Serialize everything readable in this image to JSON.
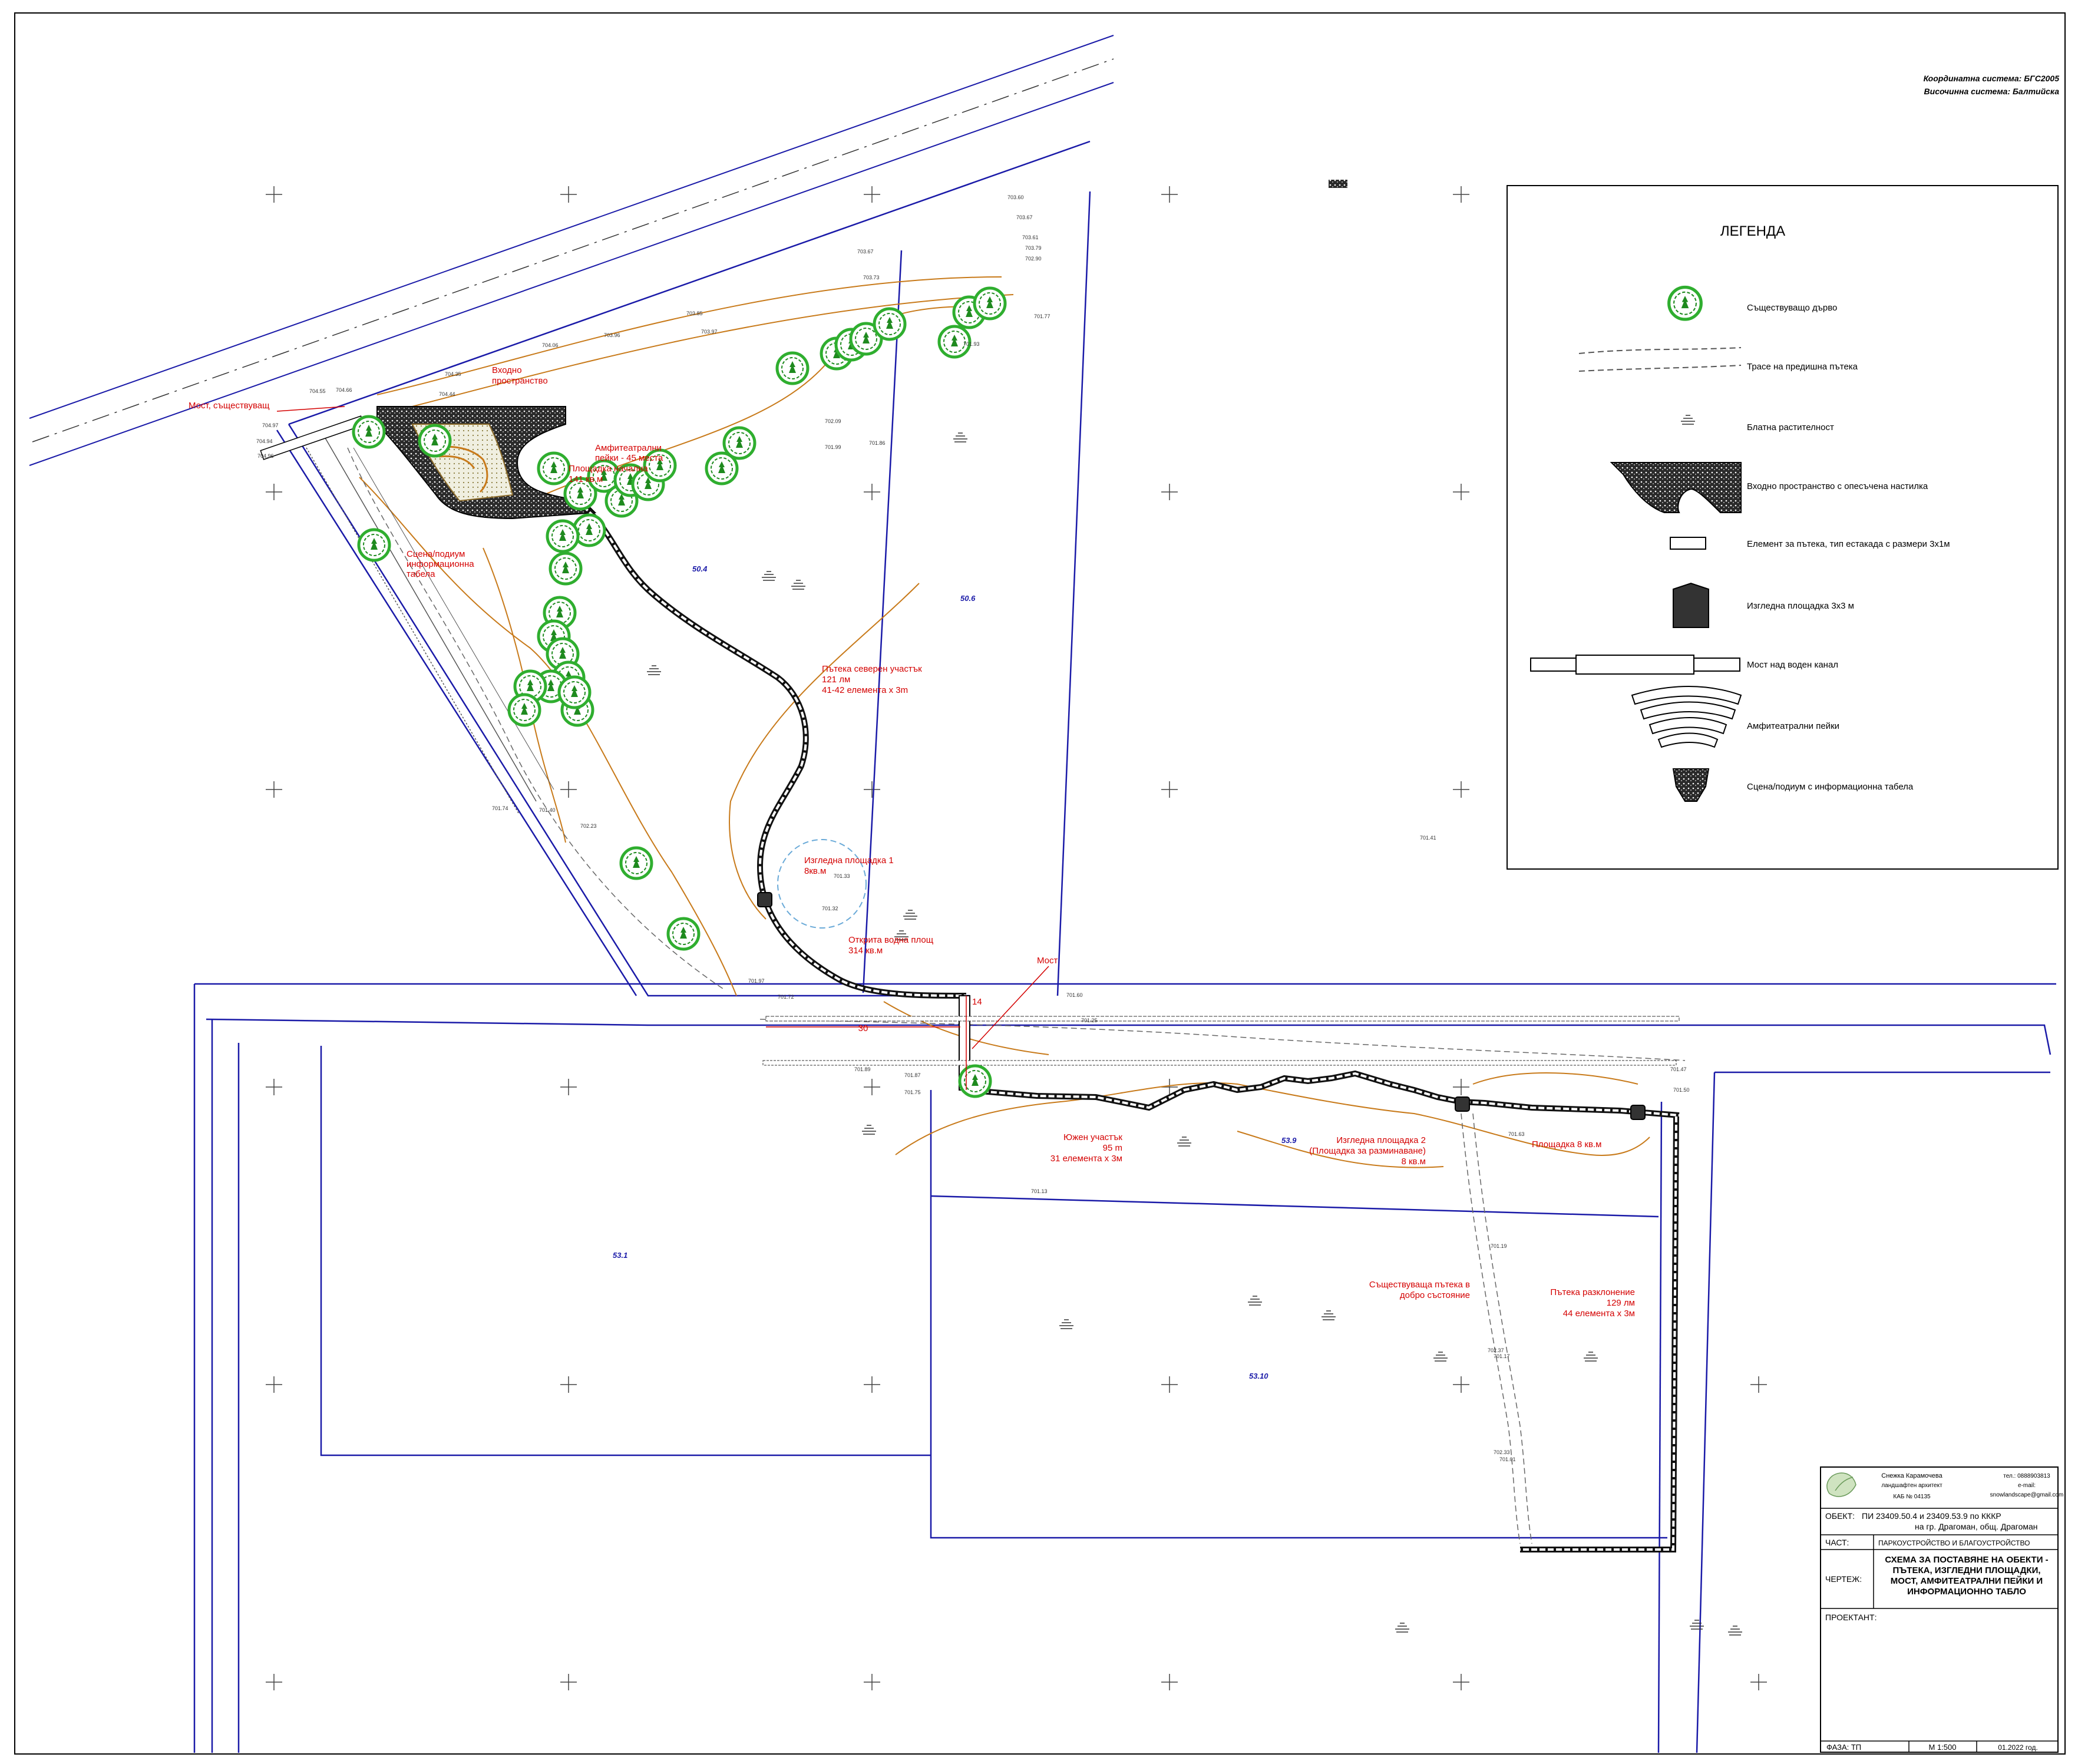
{
  "coordinate_system": {
    "line1": "Координатна система: БГС2005",
    "line2": "Височинна система: Балтийска"
  },
  "legend": {
    "title": "ЛЕГЕНДА",
    "items": [
      {
        "icon": "existing-tree-icon",
        "label": "Съществуващо дърво"
      },
      {
        "icon": "old-path-trace-icon",
        "label": "Трасе на предишна пътека"
      },
      {
        "icon": "marsh-vegetation-icon",
        "label": "Блатна растителност"
      },
      {
        "icon": "entrance-paving-icon",
        "label": "Входно пространство с опесъчена настилка"
      },
      {
        "icon": "path-element-icon",
        "label": "Елемент за пътека, тип естакада с размери 3х1м"
      },
      {
        "icon": "viewing-platform-icon",
        "label": "Изгледна площадка 3х3 м"
      },
      {
        "icon": "bridge-icon",
        "label": "Мост над воден канал"
      },
      {
        "icon": "amphitheatre-benches-icon",
        "label": "Амфитеатрални пейки"
      },
      {
        "icon": "stage-icon",
        "label": "Сцена/подиум с информационна табела"
      }
    ]
  },
  "parcels": [
    "50.4",
    "50.6",
    "53.1",
    "53.9",
    "53.10"
  ],
  "annotations": {
    "bridge_existing": "Мост, съществуващ",
    "entrance": [
      "Входно",
      "пространство"
    ],
    "amphitheatre": [
      "Амфитеатрални",
      "пейки - 45 места"
    ],
    "plaza": [
      "Площадка начална",
      "141 кв.м"
    ],
    "stage": [
      "Сцена/подиум",
      "информационна",
      "табела"
    ],
    "north_path": [
      "Пътека северен участък",
      "121 лм",
      "41-42 елемента х 3m"
    ],
    "viewpoint1": [
      "Изгледна площадка 1",
      "8кв.м"
    ],
    "water": [
      "Открита водна площ",
      "314 кв.м"
    ],
    "bridge": "Мост",
    "south_path": [
      "Южен участък",
      "95 m",
      "31 елемента х 3м"
    ],
    "viewpoint2": [
      "Изгледна площадка 2",
      "(Площадка за разминаване)",
      "8 кв.м"
    ],
    "platform8": "Площадка 8 кв.м",
    "existing_path": [
      "Съществуваща пътека в",
      "добро състояние"
    ],
    "branch_path": [
      "Пътека разклонение",
      "129 лм",
      "44 елемента х 3м"
    ],
    "dim_30": "30",
    "dim_14": "14"
  },
  "elevations": [
    {
      "v": "703.60"
    },
    {
      "v": "703.67"
    },
    {
      "v": "703.61"
    },
    {
      "v": "703.79"
    },
    {
      "v": "702.90"
    },
    {
      "v": "703.67"
    },
    {
      "v": "703.73"
    },
    {
      "v": "703.85"
    },
    {
      "v": "703.97"
    },
    {
      "v": "703.96"
    },
    {
      "v": "704.06"
    },
    {
      "v": "704.35"
    },
    {
      "v": "704.44"
    },
    {
      "v": "704.55"
    },
    {
      "v": "704.66"
    },
    {
      "v": "704.97"
    },
    {
      "v": "704.94"
    },
    {
      "v": "704.96"
    },
    {
      "v": "701.77"
    },
    {
      "v": "701.93"
    },
    {
      "v": "701.86"
    },
    {
      "v": "701.99"
    },
    {
      "v": "702.09"
    },
    {
      "v": "701.41"
    },
    {
      "v": "701.33"
    },
    {
      "v": "701.32"
    },
    {
      "v": "701.60"
    },
    {
      "v": "701.25"
    },
    {
      "v": "701.13"
    },
    {
      "v": "701.63"
    },
    {
      "v": "701.19"
    },
    {
      "v": "701.17"
    },
    {
      "v": "701.01"
    },
    {
      "v": "702.33"
    },
    {
      "v": "702.37"
    },
    {
      "v": "701.47"
    },
    {
      "v": "701.50"
    },
    {
      "v": "701.97"
    },
    {
      "v": "701.72"
    },
    {
      "v": "701.89"
    },
    {
      "v": "701.87"
    },
    {
      "v": "701.75"
    },
    {
      "v": "701.74"
    },
    {
      "v": "701.40"
    },
    {
      "v": "702.23"
    }
  ],
  "title_block": {
    "designer_name": "Снежка Карамочева",
    "designer_title": "ландшафтен архитект",
    "kab": "КАБ № 04135",
    "phone": "тел.: 0888903813",
    "email_label": "e-mail:",
    "email": "snowlandscape@gmail.com",
    "object_label": "ОБЕКТ:",
    "object_value": [
      "ПИ 23409.50.4 и 23409.53.9 по КККР",
      "на гр. Драгоман, общ. Драгоман"
    ],
    "part_label": "ЧАСТ:",
    "part_value": "ПАРКОУСТРОЙСТВО И БЛАГОУСТРОЙСТВО",
    "drawing_label": "ЧЕРТЕЖ:",
    "drawing_value": [
      "СХЕМА ЗА ПОСТАВЯНЕ НА ОБЕКТИ -",
      "ПЪТЕКА, ИЗГЛЕДНИ ПЛОЩАДКИ,",
      "МОСТ, АМФИТЕАТРАЛНИ ПЕЙКИ И",
      "ИНФОРМАЦИОННО ТАБЛО"
    ],
    "designer_label": "ПРОЕКТАНТ:",
    "phase": "ФАЗА: ТП",
    "scale": "М 1:500",
    "date": "01.2022 год."
  },
  "colors": {
    "parcel_line": "#1a1aa8",
    "annotation": "#d40000",
    "contour": "#c87a1a",
    "tree": "#2fae2f",
    "path": "#111111"
  }
}
